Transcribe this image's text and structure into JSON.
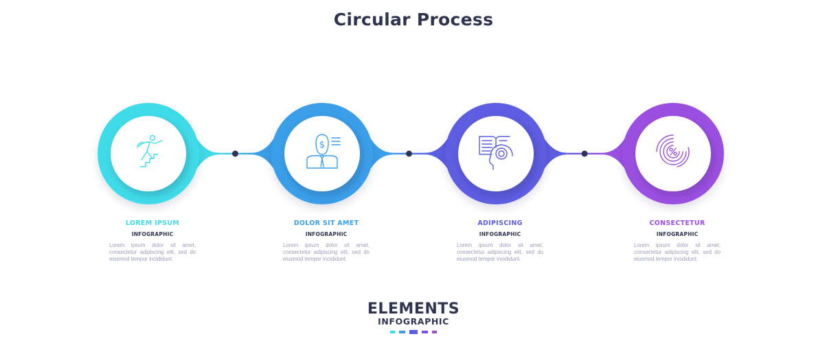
{
  "title": "Circular Process",
  "colors": {
    "dark": "#2f3550",
    "muted": "#9a9cb8"
  },
  "steps": [
    {
      "title": "LOREM IPSUM",
      "subtitle": "INFOGRAPHIC",
      "description": "Lorem ipsum dolor sit amet, consectetur adipiscing elit, sed do eiusmod tempor incididunt.",
      "color": "#3fdbe8",
      "icon": "person-climbing-stairs-icon"
    },
    {
      "title": "DOLOR SIT AMET",
      "subtitle": "INFOGRAPHIC",
      "description": "Lorem ipsum dolor sit amet, consectetur adipiscing elit, sed do eiusmod tempor incididunt.",
      "color": "#3a9ee8",
      "icon": "businessman-dollar-icon"
    },
    {
      "title": "ADIPISCING",
      "subtitle": "INFOGRAPHIC",
      "description": "Lorem ipsum dolor sit amet, consectetur adipiscing elit, sed do eiusmod tempor incididunt.",
      "color": "#5b5de0",
      "icon": "book-head-gear-icon"
    },
    {
      "title": "CONSECTETUR",
      "subtitle": "INFOGRAPHIC",
      "description": "Lorem ipsum dolor sit amet, consectetur adipiscing elit, sed do eiusmod tempor incididunt.",
      "color": "#9b4fe0",
      "icon": "percent-radar-icon"
    }
  ],
  "logo": {
    "main": "ELEMENTS",
    "sub": "INFOGRAPHIC",
    "bar_colors": [
      "#3fdbe8",
      "#3a9ee8",
      "#5b5de0",
      "#7a52e0",
      "#9b4fe0"
    ]
  }
}
